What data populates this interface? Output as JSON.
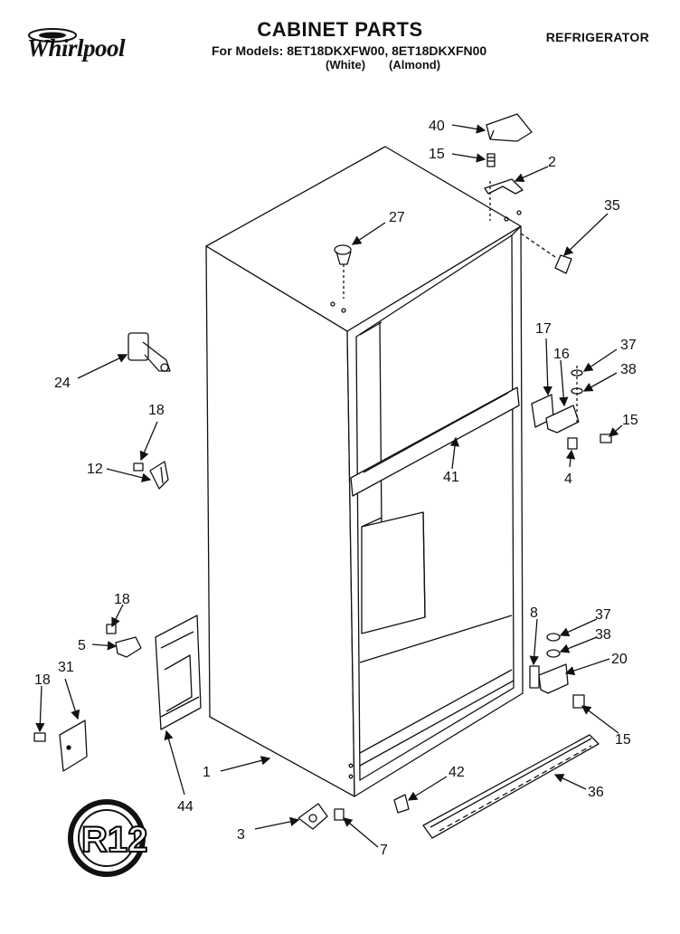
{
  "header": {
    "title": "CABINET PARTS",
    "models_line": "For Models: 8ET18DKXFW00, 8ET18DKXFN00",
    "variant_white": "(White)",
    "variant_almond": "(Almond)",
    "category": "REFRIGERATOR"
  },
  "logo": {
    "brand": "Whirlpool",
    "emblem_icon": "whirlpool-emblem-icon"
  },
  "badge": {
    "text": "R12",
    "icon": "r12-refrigerant-badge-icon"
  },
  "callouts": {
    "c40": "40",
    "c15a": "15",
    "c2": "2",
    "c27": "27",
    "c35": "35",
    "c24": "24",
    "c18a": "18",
    "c12": "12",
    "c17": "17",
    "c16": "16",
    "c37a": "37",
    "c38a": "38",
    "c15b": "15",
    "c4": "4",
    "c41": "41",
    "c18b": "18",
    "c5": "5",
    "c31": "31",
    "c18c": "18",
    "c8": "8",
    "c37b": "37",
    "c38b": "38",
    "c20": "20",
    "c15c": "15",
    "c1": "1",
    "c44": "44",
    "c42": "42",
    "c36": "36",
    "c3": "3",
    "c7": "7"
  },
  "colors": {
    "ink": "#111111",
    "paper": "#ffffff"
  }
}
